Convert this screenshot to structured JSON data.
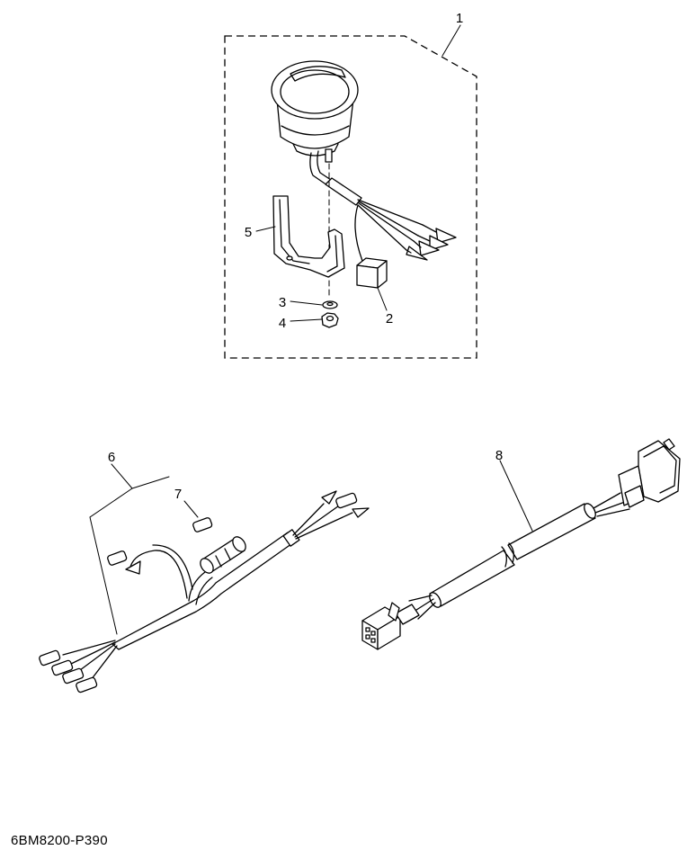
{
  "diagram": {
    "callouts": [
      "1",
      "2",
      "3",
      "4",
      "5",
      "6",
      "7",
      "8"
    ],
    "drawing_code": "6BM8200-P390"
  }
}
